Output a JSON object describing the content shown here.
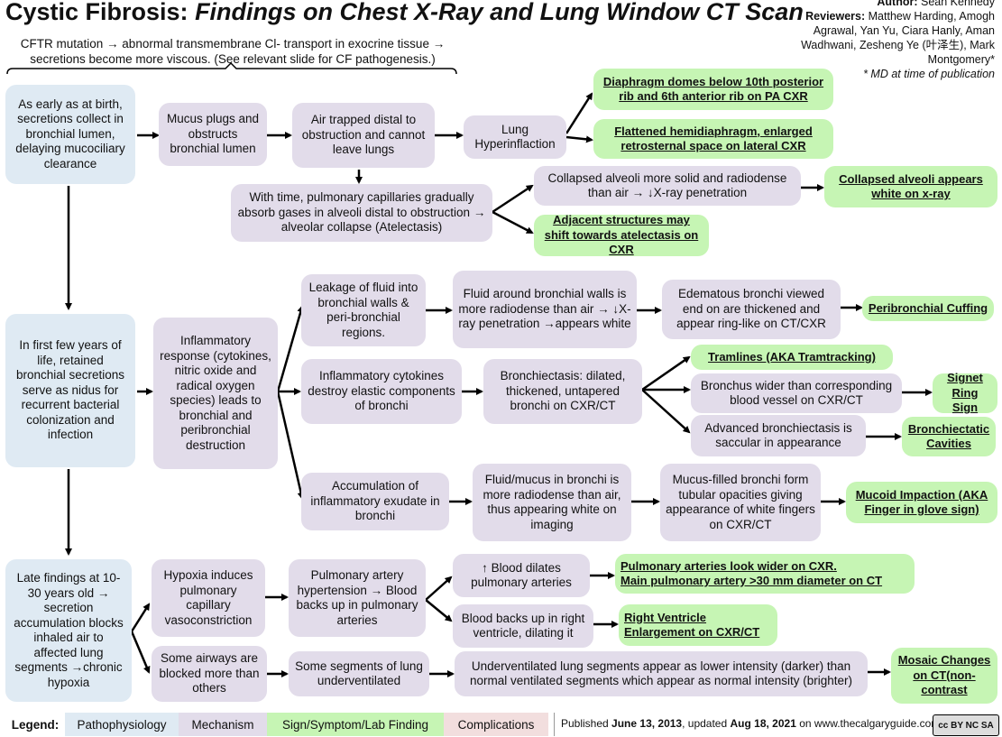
{
  "title": {
    "main": "Cystic Fibrosis: ",
    "italic": "Findings on Chest X-Ray and Lung Window CT Scan"
  },
  "intro": "CFTR mutation → abnormal transmembrane Cl- transport in exocrine tissue → secretions become more viscous. (See relevant slide for CF pathogenesis.)",
  "credits": {
    "author_label": "Author:",
    "author": "Sean Kennedy",
    "reviewers_label": "Reviewers:",
    "reviewers": "Matthew Harding, Amogh Agrawal, Yan Yu, Ciara Hanly, Aman Wadhwani, Zesheng Ye (叶泽生), Mark Montgomery*",
    "note": "* MD at time of publication"
  },
  "row1": {
    "patho": "As early as at birth, secretions collect in bronchial lumen, delaying mucociliary clearance",
    "mucus": "Mucus plugs and obstructs bronchial lumen",
    "air": "Air trapped distal to obstruction and cannot leave lungs",
    "hyper": "Lung Hyperinflaction",
    "diaphragm": "Diaphragm domes below 10th posterior rib and 6th anterior rib on PA CXR",
    "flattened": "Flattened hemidiaphragm, enlarged retrosternal space on lateral CXR",
    "absorb": "With time, pulmonary capillaries gradually absorb  gases in alveoli distal to obstruction → alveolar collapse (Atelectasis)",
    "collapsed_mech": "Collapsed alveoli more solid and radiodense than air → ↓X-ray penetration",
    "collapsed_sign": "Collapsed alveoli appears white on x-ray",
    "adjacent": "Adjacent structures may shift towards atelectasis on CXR"
  },
  "row2": {
    "patho": "In first few years of life, retained bronchial secretions serve as nidus for recurrent bacterial colonization and infection",
    "inflam": "Inflammatory response (cytokines, nitric oxide and radical oxygen species) leads to bronchial and peribronchial destruction",
    "leak": "Leakage of fluid into bronchial walls & peri-bronchial  regions.",
    "fluid_around": "Fluid around bronchial walls is more radiodense than air → ↓X-ray penetration →appears  white",
    "edematous": "Edematous bronchi viewed end on are thickened and appear ring-like on CT/CXR",
    "cuffing": "Peribronchial Cuffing",
    "cytokines": "Inflammatory cytokines destroy elastic components of bronchi",
    "bronchiectasis": "Bronchiectasis: dilated, thickened, untapered bronchi on CXR/CT",
    "tramlines": "Tramlines  (AKA Tramtracking)",
    "wider": "Bronchus wider than corresponding blood vessel on CXR/CT",
    "signet": "Signet Ring Sign",
    "advanced": "Advanced bronchiectasis is saccular in appearance",
    "cavities": "Bronchiectatic Cavities",
    "accum": "Accumulation of inflammatory exudate in bronchi",
    "mucus_bronchi": "Fluid/mucus in bronchi is more radiodense than air, thus appearing white on imaging",
    "tubular": "Mucus-filled bronchi form tubular opacities giving appearance of white fingers  on CXR/CT",
    "mucoid": "Mucoid Impaction (AKA Finger  in glove sign)"
  },
  "row3": {
    "patho": "Late findings at 10-30 years old → secretion accumulation blocks inhaled air to affected lung segments →chronic hypoxia",
    "hypoxia": "Hypoxia induces pulmonary capillary vasoconstriction",
    "pah": "Pulmonary artery hypertension → Blood backs up in pulmonary arteries",
    "dilates": "↑ Blood dilates pulmonary arteries",
    "pa_sign_1": "Pulmonary arteries look wider on CXR.",
    "pa_sign_2": "Main pulmonary artery >30 mm diameter on CT",
    "backs_up": "Blood backs up in right ventricle, dilating it",
    "rv": "Right Ventricle Enlargement on CXR/CT",
    "blocked": "Some airways are blocked more than others",
    "underventilated": "Some segments of lung underventilated",
    "intensity": "Underventilated lung segments appear as lower intensity (darker) than normal ventilated segments which appear as normal intensity (brighter)",
    "mosaic": "Mosaic Changes on CT(non-contrast"
  },
  "legend": {
    "label": "Legend:",
    "patho": "Pathophysiology",
    "mech": "Mechanism",
    "sign": "Sign/Symptom/Lab Finding",
    "comp": "Complications"
  },
  "footer": {
    "pub_prefix": "Published ",
    "pub_date": "June 13, 2013",
    "upd_prefix": ", updated ",
    "upd_date": "Aug 18, 2021",
    "site": " on www.thecalgaryguide.com",
    "license": "cc BY NC SA"
  },
  "colors": {
    "patho": "#dfeaf3",
    "mech": "#e2dcea",
    "sign": "#c6f5b4",
    "comp": "#f2dede"
  }
}
